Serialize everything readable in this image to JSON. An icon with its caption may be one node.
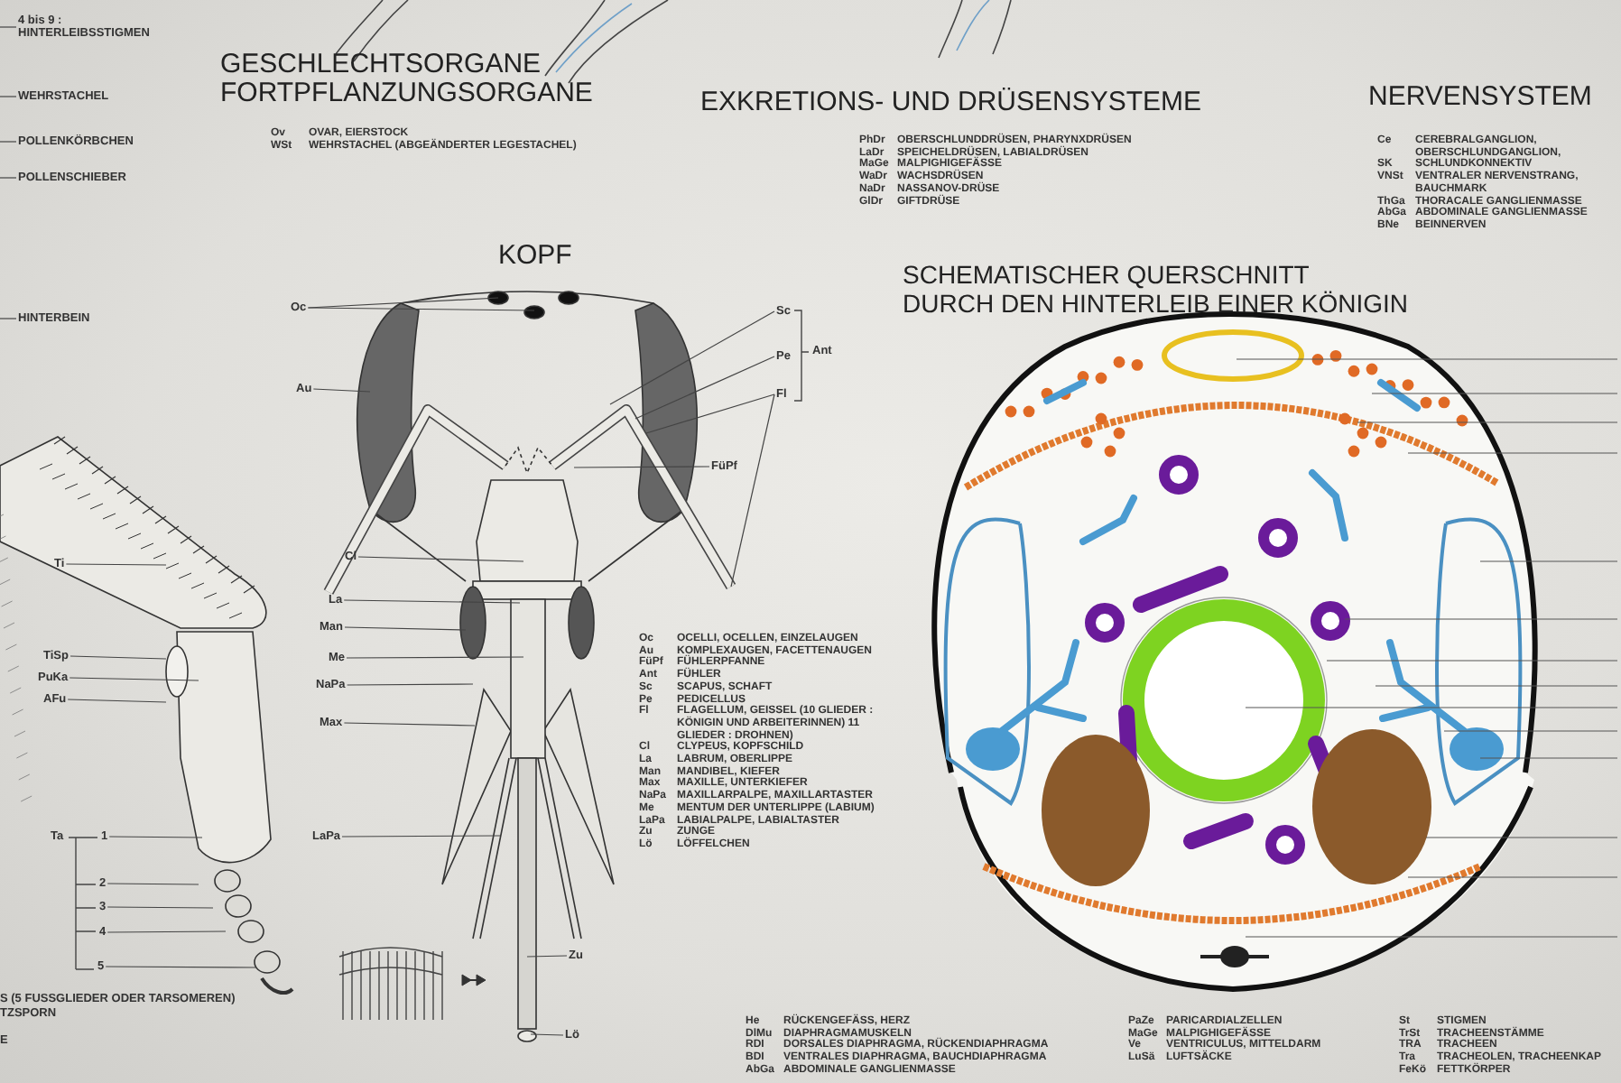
{
  "diagram": {
    "nodes": [
      {
        "text": [
          "4 bis 9 : HINTERLEIBSSTIGMEN"
        ]
      },
      {
        "text": [
          "WEHRSTACHEL"
        ]
      },
      {
        "text": [
          "POLLENKÖRBCHEN"
        ]
      },
      {
        "text": [
          "POLLENSCHIEBER"
        ]
      },
      {
        "text": [
          "HINTERBEIN"
        ]
      },
      {
        "text": [
          "Oc"
        ]
      },
      {
        "text": [
          "Sc"
        ]
      },
      {
        "text": [
          "Pe"
        ]
      },
      {
        "text": [
          "Fl"
        ]
      },
      {
        "text": [
          "Au"
        ]
      },
      {
        "text": [
          "FüPf"
        ]
      },
      {
        "text": [
          "Ti"
        ]
      },
      {
        "text": [
          "Cl"
        ]
      },
      {
        "text": [
          "La"
        ]
      },
      {
        "text": [
          "Man"
        ]
      },
      {
        "text": [
          "Me"
        ]
      },
      {
        "text": [
          "TiSp"
        ]
      },
      {
        "text": [
          "PuKa"
        ]
      },
      {
        "text": [
          "AFu"
        ]
      },
      {
        "text": [
          "NaPa"
        ]
      },
      {
        "text": [
          "Max"
        ]
      },
      {
        "text": [
          "1"
        ]
      },
      {
        "text": [
          "LaPa"
        ]
      },
      {
        "text": [
          "2"
        ]
      },
      {
        "text": [
          "3"
        ]
      },
      {
        "text": [
          "4"
        ]
      },
      {
        "text": [
          "5"
        ]
      },
      {
        "text": [
          "Zu"
        ]
      },
      {
        "text": [
          "Lö"
        ]
      }
    ],
    "edges": [
      {
        "from": 0,
        "to": null,
        "arrow": "none"
      },
      {
        "from": 1,
        "to": null,
        "arrow": "none"
      },
      {
        "from": 2,
        "to": null,
        "arrow": "none"
      },
      {
        "from": 3,
        "to": null,
        "arrow": "none"
      },
      {
        "from": 4,
        "to": null,
        "arrow": "none"
      },
      {
        "from": 5,
        "to": null,
        "arrow": "none"
      },
      {
        "from": 5,
        "to": null,
        "arrow": "none"
      },
      {
        "from": 6,
        "to": null,
        "arrow": "none"
      },
      {
        "from": 7,
        "to": null,
        "arrow": "none"
      },
      {
        "from": 8,
        "to": null,
        "arrow": "none"
      },
      {
        "from": 8,
        "to": null,
        "arrow": "none"
      },
      {
        "from": 9,
        "to": null,
        "arrow": "none"
      },
      {
        "from": 10,
        "to": null,
        "arrow": "none"
      },
      {
        "from": 11,
        "to": null,
        "arrow": "none"
      },
      {
        "from": 12,
        "to": null,
        "arrow": "none"
      },
      {
        "from": 13,
        "to": null,
        "arrow": "none"
      },
      {
        "from": 14,
        "to": null,
        "arrow": "none"
      },
      {
        "from": 15,
        "to": null,
        "arrow": "none"
      },
      {
        "from": 16,
        "to": null,
        "arrow": "none"
      },
      {
        "from": 17,
        "to": null,
        "arrow": "none"
      },
      {
        "from": 18,
        "to": null,
        "arrow": "none"
      },
      {
        "from": 19,
        "to": null,
        "arrow": "none"
      },
      {
        "from": 20,
        "to": null,
        "arrow": "none"
      },
      {
        "from": 21,
        "to": null,
        "arrow": "none"
      },
      {
        "from": 22,
        "to": null,
        "arrow": "none"
      },
      {
        "from": 23,
        "to": null,
        "arrow": "none"
      },
      {
        "from": 24,
        "to": null,
        "arrow": "none"
      },
      {
        "from": 25,
        "to": null,
        "arrow": "none"
      },
      {
        "from": 26,
        "to": null,
        "arrow": "none"
      },
      {
        "from": 27,
        "to": null,
        "arrow": "none"
      },
      {
        "from": 28,
        "to": null,
        "arrow": "none"
      }
    ],
    "labels": [
      "GESCHLECHTSORGANE FORTPFLANZUNGSORGANE",
      "EXKRETIONS- UND DRÜSENSYSTEME",
      "NERVENSYSTEM",
      "Ov",
      "OVAR, EIERSTOCK",
      "WSt",
      "WEHRSTACHEL (ABGEÄNDERTER LEGESTACHEL)",
      "PhDr",
      "OBERSCHLUNDDRÜSEN, PHARYNXDRÜSEN",
      "LaDr",
      "SPEICHELDRÜSEN, LABIALDRÜSEN",
      "MaGe",
      "MALPIGHIGEFÄSSE",
      "WaDr",
      "WACHSDRÜSEN",
      "NaDr",
      "NASSANOV-DRÜSE",
      "GlDr",
      "GIFTDRÜSE",
      "Ce",
      "CEREBRALGANGLION, OBERSCHLUNDGANGLION,",
      "SK",
      "SCHLUNDKONNEKTIV",
      "VNSt",
      "VENTRALER NERVENSTRANG, BAUCHMARK",
      "ThGa",
      "THORACALE GANGLIENMASSE",
      "AbGa",
      "ABDOMINALE GANGLIENMASSE",
      "BNe",
      "BEINNERVEN",
      "KOPF",
      "SCHEMATISCHER QUERSCHNITT",
      "DURCH DEN HINTERLEIB EINER KÖNIGIN",
      "Ant",
      "Ta",
      "Oc",
      "OCELLI, OCELLEN, EINZELAUGEN",
      "Au",
      "KOMPLEXAUGEN, FACETTENAUGEN",
      "FüPf",
      "FÜHLERPFANNE",
      "Ant",
      "FÜHLER",
      "Sc",
      "SCAPUS, SCHAFT",
      "Pe",
      "PEDICELLUS",
      "Fl",
      "FLAGELLUM, GEISSEL (10 GLIEDER : KÖNIGIN UND ARBEITERINNEN) 11 GLIEDER : DROHNEN)",
      "Cl",
      "CLYPEUS, KOPFSCHILD",
      "La",
      "LABRUM, OBERLIPPE",
      "Man",
      "MANDIBEL, KIEFER",
      "Max",
      "MAXILLE, UNTERKIEFER",
      "NaPa",
      "MAXILLARPALPE, MAXILLARTASTER",
      "Me",
      "MENTUM DER UNTERLIPPE (LABIUM)",
      "LaPa",
      "LABIALPALPE, LABIALTASTER",
      "Zu",
      "ZUNGE",
      "Lö",
      "LÖFFELCHEN",
      "S (5 FUSSGLIEDER ODER TARSOMEREN)",
      "TZSPORN",
      "E",
      "He",
      "RÜCKENGEFÄSS, HERZ",
      "DlMu",
      "DIAPHRAGMAMUSKELN",
      "RDI",
      "DORSALES DIAPHRAGMA, RÜCKENDIAPHRAGMA",
      "BDI",
      "VENTRALES DIAPHRAGMA, BAUCHDIAPHRAGMA",
      "AbGa",
      "ABDOMINALE GANGLIENMASSE",
      "PaZe",
      "PARICARDIALZELLEN",
      "MaGe",
      "MALPIGHIGEFÄSSE",
      "Ve",
      "VENTRICULUS, MITTELDARM",
      "LuSä",
      "LUFTSÄCKE",
      "St",
      "STIGMEN",
      "TrSt",
      "TRACHEENSTÄMME",
      "TRA",
      "TRACHEEN",
      "Tra",
      "TRACHEOLEN, TRACHEENKAP",
      "FeKö",
      "FETTKÖRPER"
    ]
  }
}
